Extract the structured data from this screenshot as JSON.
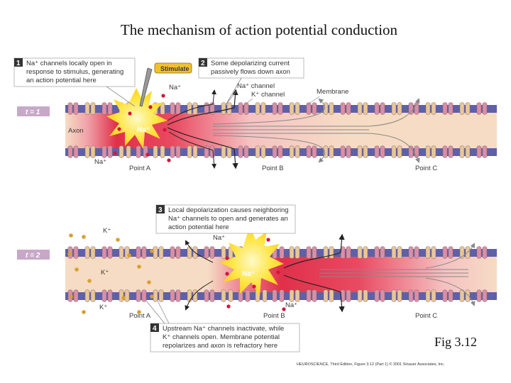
{
  "title": "The mechanism of action potential conduction",
  "panel1": {
    "time_label": "t = 1",
    "stimulate": "Stimulate",
    "step1": {
      "number": "1",
      "lines": [
        "Na⁺ channels locally open in",
        "response to stimulus, generating",
        "an action potential here"
      ]
    },
    "step2": {
      "number": "2",
      "lines": [
        "Some depolarizing current",
        "passively flows down axon"
      ]
    },
    "na_top": "Na⁺",
    "na_bottom": "Na⁺",
    "na_center": "Na⁺",
    "na_channel": "Na⁺ channel",
    "k_channel": "K⁺ channel",
    "membrane": "Membrane",
    "axon": "Axon",
    "point_a": "Point A",
    "point_b": "Point B",
    "point_c": "Point C"
  },
  "panel2": {
    "time_label": "t = 2",
    "step3": {
      "number": "3",
      "lines": [
        "Local depolarization causes neighboring",
        "Na⁺ channels to open and generates an",
        "action potential here"
      ]
    },
    "step4": {
      "number": "4",
      "lines": [
        "Upstream Na⁺ channels inactivate, while",
        "K⁺ channels open. Membrane potential",
        "repolarizes and axon is refractory here"
      ]
    },
    "k_top": "K⁺",
    "k_mid": "K⁺",
    "k_bottom": "K⁺",
    "na_top": "Na⁺",
    "na_bottom": "Na⁺",
    "na_center": "Na⁺",
    "point_a": "Point A",
    "point_b": "Point B",
    "point_c": "Point C"
  },
  "caption": "Fig 3.12",
  "credit": "HEUROSCIENCE, Third Edition, Figure 3.12 (Part 1)  © 2001 Sinauer Associates, Inc.",
  "colors": {
    "membrane": "#5e60a8",
    "axoplasm": "#f6dcc4",
    "depolarized": "#e0304a",
    "na_channel": "#d98fa6",
    "k_channel": "#e7c79a",
    "flash": "#ffe74a",
    "step_badge": "#333333",
    "time_badge": "#c8a8c8",
    "k_ion": "#d8a030",
    "na_ion": "#d4143c"
  }
}
